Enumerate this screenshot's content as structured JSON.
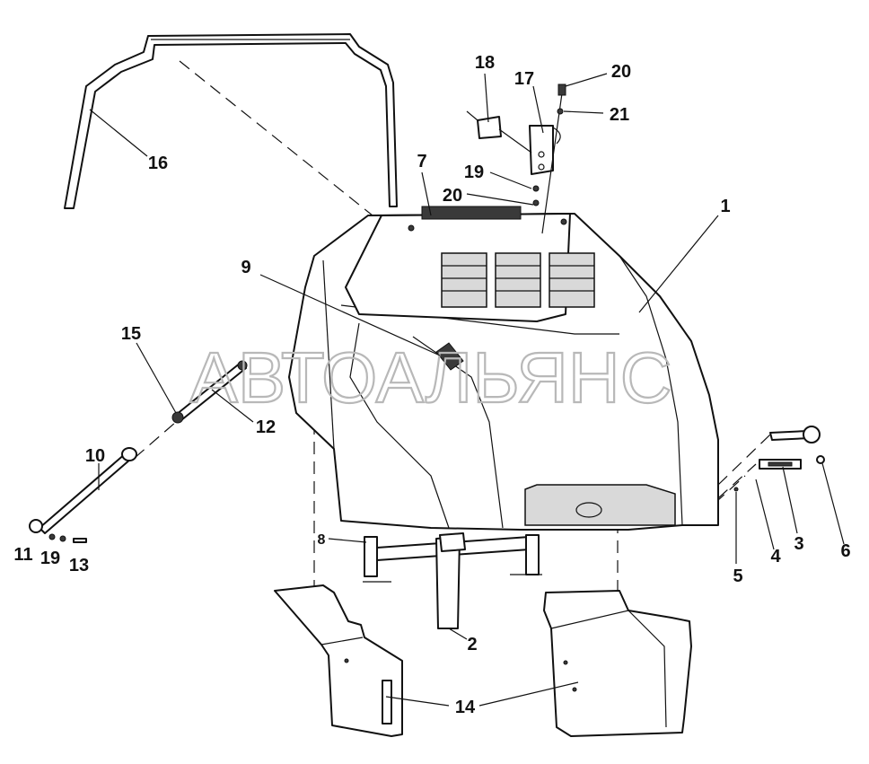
{
  "watermark": {
    "text": "АВТОАЛЬЯНС",
    "color": "#b8b8b8"
  },
  "callouts": {
    "c1": "1",
    "c2": "2",
    "c3": "3",
    "c4": "4",
    "c5": "5",
    "c6": "6",
    "c7": "7",
    "c8": "8",
    "c9": "9",
    "c10": "10",
    "c11": "11",
    "c12": "12",
    "c13": "13",
    "c14": "14",
    "c15": "15",
    "c16": "16",
    "c17": "17",
    "c18": "18",
    "c19a": "19",
    "c19b": "19",
    "c20a": "20",
    "c20b": "20",
    "c21": "21"
  }
}
